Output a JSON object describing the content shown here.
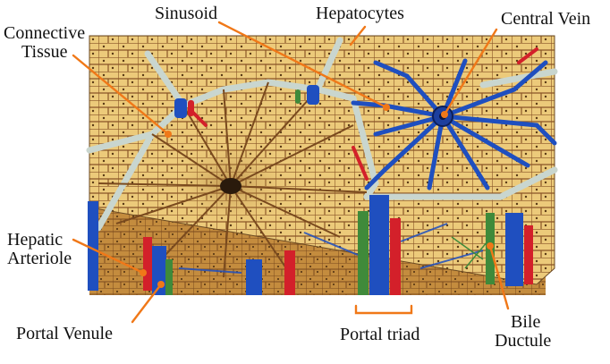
{
  "labels": {
    "sinusoid": "Sinusoid",
    "hepatocytes": "Hepatocytes",
    "central_vein": "Central Vein",
    "connective_tissue": [
      "Connective",
      "Tissue"
    ],
    "hepatic_arteriole": [
      "Hepatic",
      "Arteriole"
    ],
    "portal_venule": "Portal Venule",
    "portal_triad": "Portal triad",
    "bile_ductule": [
      "Bile",
      "Ductule"
    ]
  },
  "colors": {
    "hepatocyte": "#e9c877",
    "hepatocyte_dark": "#c99a48",
    "cell_border": "#7a4a1e",
    "connective": "#c9d6cf",
    "vein_blue": "#1f4fbf",
    "artery_red": "#d3202a",
    "bile_green": "#3f8a3a",
    "pointer": "#f07818",
    "side_wall": "#b37a34"
  }
}
